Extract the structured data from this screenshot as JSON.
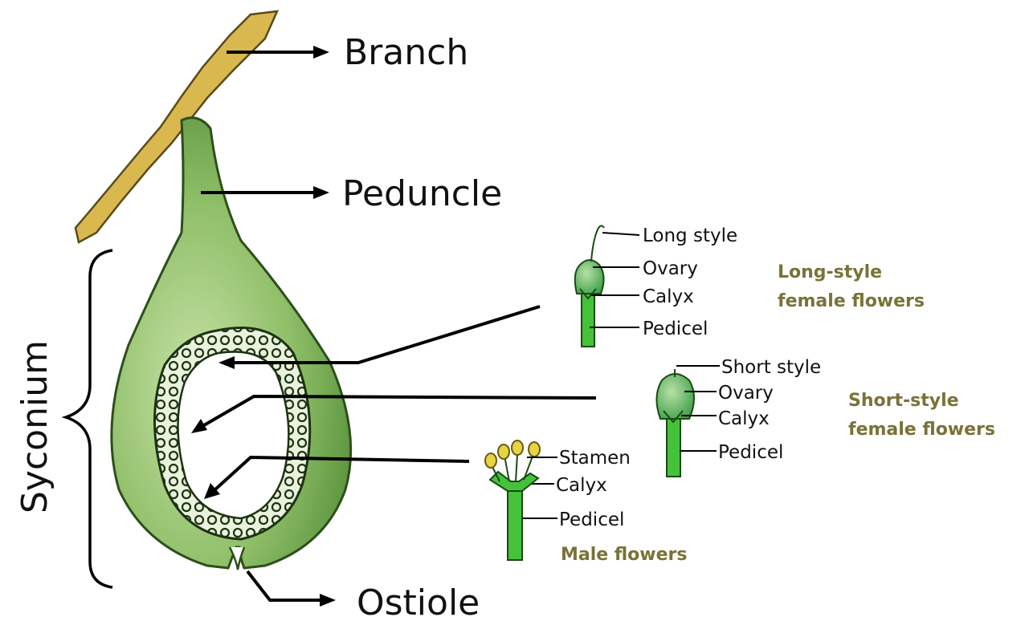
{
  "labels": {
    "branch": "Branch",
    "peduncle": "Peduncle",
    "syconium": "Syconium",
    "ostiole": "Ostiole"
  },
  "long_style_flower": {
    "parts": [
      "Long style",
      "Ovary",
      "Calyx",
      "Pedicel"
    ],
    "caption_line1": "Long-style",
    "caption_line2": "female flowers"
  },
  "short_style_flower": {
    "parts": [
      "Short style",
      "Ovary",
      "Calyx",
      "Pedicel"
    ],
    "caption_line1": "Short-style",
    "caption_line2": "female flowers"
  },
  "male_flower": {
    "parts": [
      "Stamen",
      "Calyx",
      "Pedicel"
    ],
    "caption": "Male flowers"
  },
  "colors": {
    "branch": "#d9b850",
    "fig_light": "#a9cf85",
    "fig_dark": "#4f8a33",
    "flower_green": "#45c13a",
    "caption": "#7a7238",
    "stamen": "#e6d440"
  }
}
